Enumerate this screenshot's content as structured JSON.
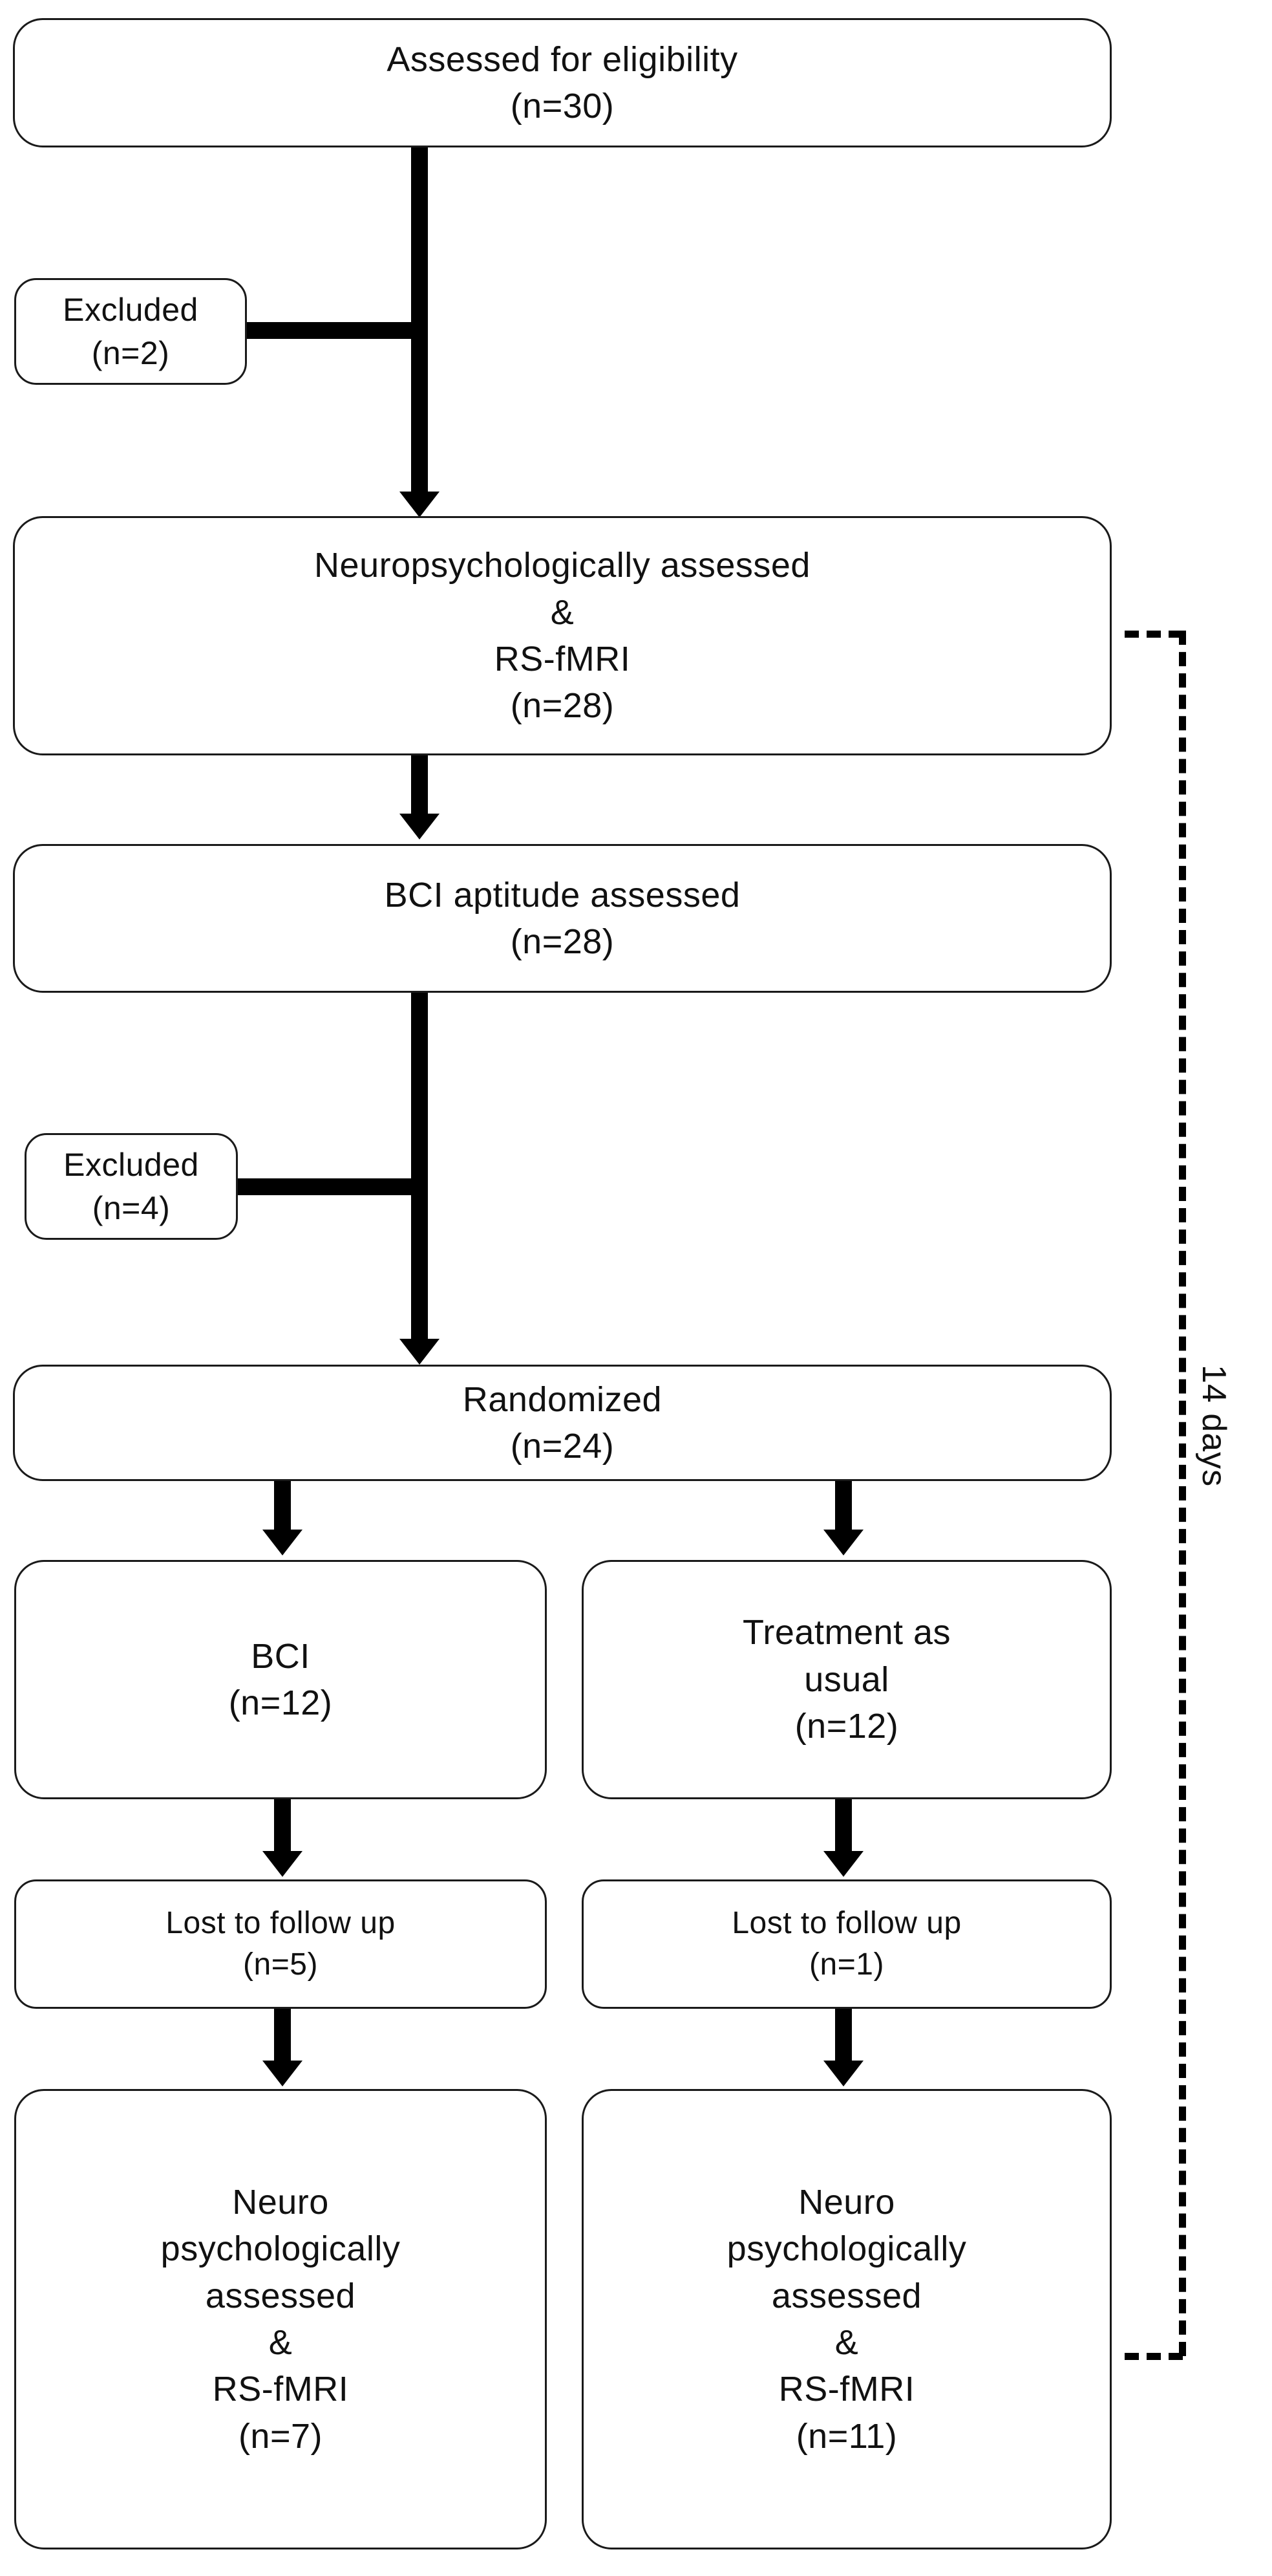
{
  "diagram": {
    "type": "consort-flow-diagram",
    "title": "",
    "side_annotation": "14 days",
    "nodes": [
      {
        "id": "assessed",
        "label": "Assessed for eligibility\n(n=30)",
        "n": 30
      },
      {
        "id": "excluded-1",
        "label": "Excluded\n(n=2)",
        "n": 2
      },
      {
        "id": "neuro-baseline",
        "label": "Neuropsychologically assessed\n&\nRS-fMRI\n(n=28)",
        "n": 28
      },
      {
        "id": "bci-aptitude",
        "label": "BCI aptitude assessed\n(n=28)",
        "n": 28
      },
      {
        "id": "excluded-2",
        "label": "Excluded\n(n=4)",
        "n": 4
      },
      {
        "id": "randomized",
        "label": "Randomized\n(n=24)",
        "n": 24
      },
      {
        "id": "arm-bci",
        "label": "BCI\n(n=12)",
        "n": 12
      },
      {
        "id": "arm-tau",
        "label": "Treatment as\nusual\n(n=12)",
        "n": 12
      },
      {
        "id": "lost-bci",
        "label": "Lost to follow up\n(n=5)",
        "n": 5
      },
      {
        "id": "lost-tau",
        "label": "Lost to follow up\n(n=1)",
        "n": 1
      },
      {
        "id": "followup-bci",
        "label": "Neuro\npsychologically\nassessed\n&\nRS-fMRI\n(n=7)",
        "n": 7
      },
      {
        "id": "followup-tau",
        "label": "Neuro\npsychologically\nassessed\n&\nRS-fMRI\n(n=11)",
        "n": 11
      }
    ],
    "colors": {
      "stroke": "#1a1a1a",
      "arrow": "#000000",
      "background": "#ffffff",
      "text": "#111111"
    }
  }
}
